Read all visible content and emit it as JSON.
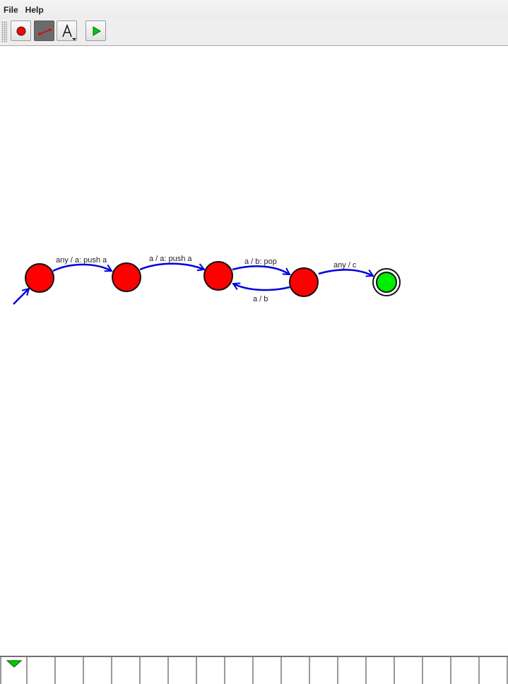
{
  "menubar": {
    "items": [
      "File",
      "Help"
    ]
  },
  "toolbar": {
    "tools": [
      {
        "name": "add-state-tool",
        "icon": "red-circle-icon",
        "active": false
      },
      {
        "name": "add-transition-tool",
        "icon": "arrow-line-icon",
        "active": true
      },
      {
        "name": "add-text-tool",
        "icon": "letter-a-icon",
        "active": false
      },
      {
        "name": "run-tool",
        "icon": "play-icon",
        "active": false
      }
    ]
  },
  "automaton": {
    "states": [
      {
        "id": "s0",
        "kind": "start",
        "color": "#ff0000"
      },
      {
        "id": "s1",
        "kind": "normal",
        "color": "#ff0000"
      },
      {
        "id": "s2",
        "kind": "normal",
        "color": "#ff0000"
      },
      {
        "id": "s3",
        "kind": "normal",
        "color": "#ff0000"
      },
      {
        "id": "s4",
        "kind": "accept",
        "color": "#00ee00"
      }
    ],
    "transitions": [
      {
        "from": "s0",
        "to": "s1",
        "label": "any / a: push a"
      },
      {
        "from": "s1",
        "to": "s2",
        "label": "a / a: push a"
      },
      {
        "from": "s2",
        "to": "s3",
        "label": "a / b: pop"
      },
      {
        "from": "s3",
        "to": "s2",
        "label": "a / b"
      },
      {
        "from": "s3",
        "to": "s4",
        "label": "any / c"
      }
    ],
    "edge_color": "#0000e0"
  },
  "tape": {
    "cell_count": 18,
    "head_color": "#00cc00"
  }
}
